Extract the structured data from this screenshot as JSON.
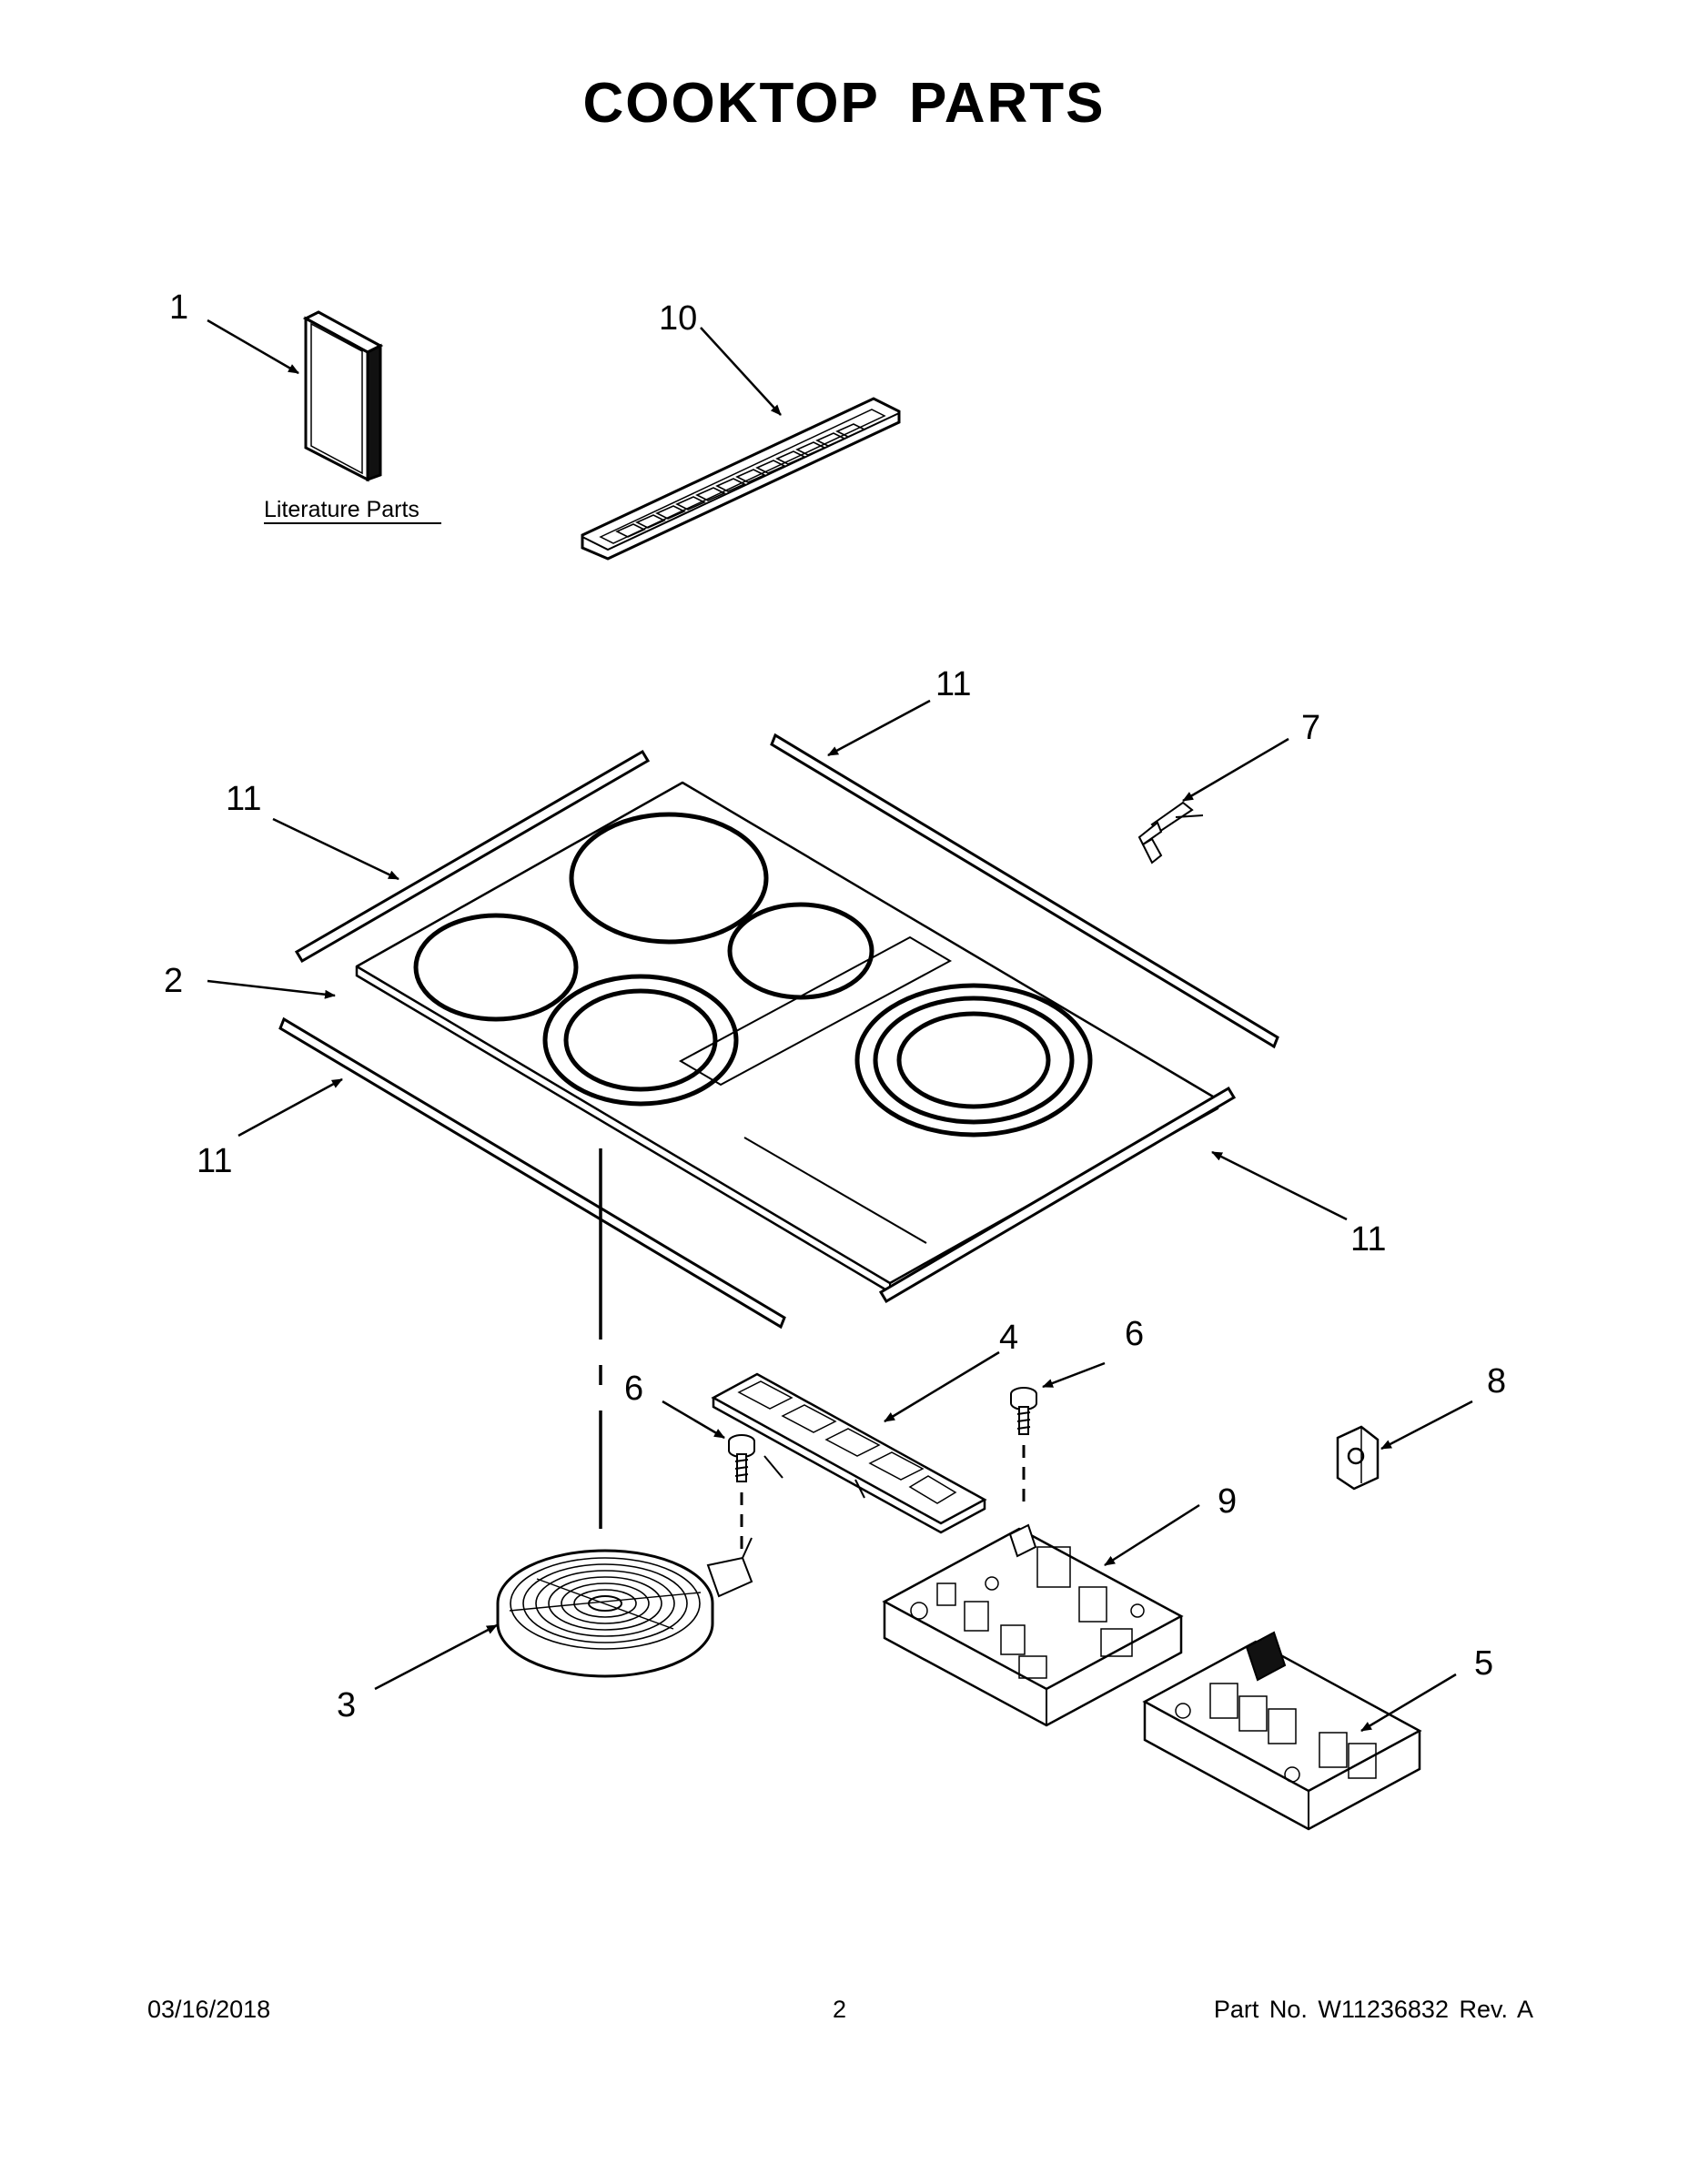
{
  "page": {
    "title": "COOKTOP PARTS"
  },
  "parts": {
    "literature_label": "Literature Parts",
    "callouts": {
      "c1": "1",
      "c10": "10",
      "c11_top": "11",
      "c7": "7",
      "c11_left": "11",
      "c2": "2",
      "c11_lower_left": "11",
      "c11_right": "11",
      "c4": "4",
      "c6_right": "6",
      "c6_left": "6",
      "c8": "8",
      "c9": "9",
      "c5": "5",
      "c3": "3"
    }
  },
  "footer": {
    "date": "03/16/2018",
    "page_number": "2",
    "part_number": "Part No.  W11236832  Rev.  A"
  }
}
